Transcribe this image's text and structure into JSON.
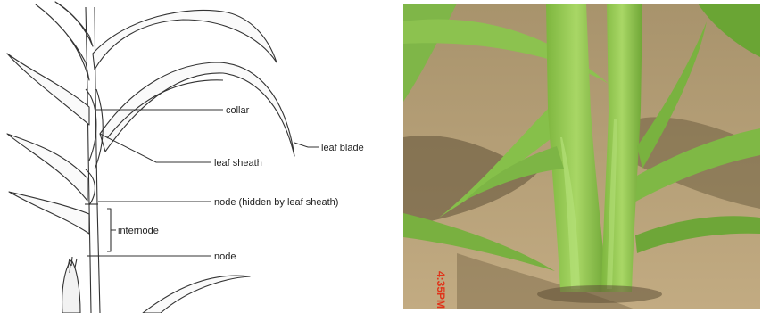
{
  "diagram": {
    "labels": {
      "collar": "collar",
      "leaf_sheath": "leaf sheath",
      "leaf_blade": "leaf blade",
      "node_hidden": "node (hidden by leaf sheath)",
      "internode": "internode",
      "node": "node"
    }
  },
  "photo": {
    "timestamp": "4:35PM",
    "colors": {
      "soil": "#b59d76",
      "stalk": "#8fc64a",
      "leaf": "#6fae35",
      "timestamp": "#e0341a"
    }
  }
}
